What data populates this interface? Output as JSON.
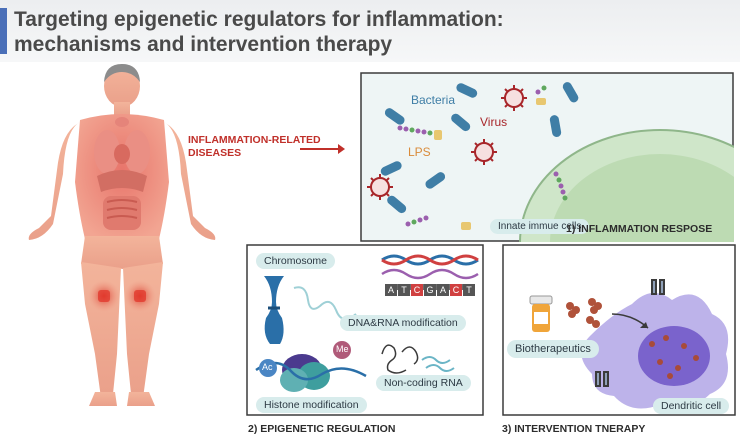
{
  "title": {
    "line1": "Targeting epigenetic regulators for inflammation:",
    "line2": "mechanisms and intervention therapy"
  },
  "diseases_label": {
    "line1": "INFLAMMATION-RELATED",
    "line2": "DISEASES"
  },
  "panel1": {
    "label": "1)  INFLAMMATION RESPOSE",
    "bacteria": "Bacteria",
    "virus": "Virus",
    "lps": "LPS",
    "innate": "Innate immue cells"
  },
  "panel2": {
    "label": "2) EPIGENETIC REGULATION",
    "chromosome": "Chromosome",
    "dna_rna": "DNA&RNA modification",
    "histone": "Histone modification",
    "noncoding": "Non-coding RNA",
    "ac": "Ac",
    "me": "Me",
    "bases": [
      "A",
      "T",
      "C",
      "G",
      "A",
      "C",
      "T"
    ]
  },
  "panel3": {
    "label": "3) INTERVENTION TNERAPY",
    "biotherapeutics": "Biotherapeutics",
    "dendritic": "Dendritic cell"
  },
  "colors": {
    "accent_bar": "#4a6fb8",
    "disease_red": "#c0302a",
    "bacteria_blue": "#3f7ea6",
    "virus_red": "#a8262a",
    "lps_orange": "#d98b3a"
  }
}
